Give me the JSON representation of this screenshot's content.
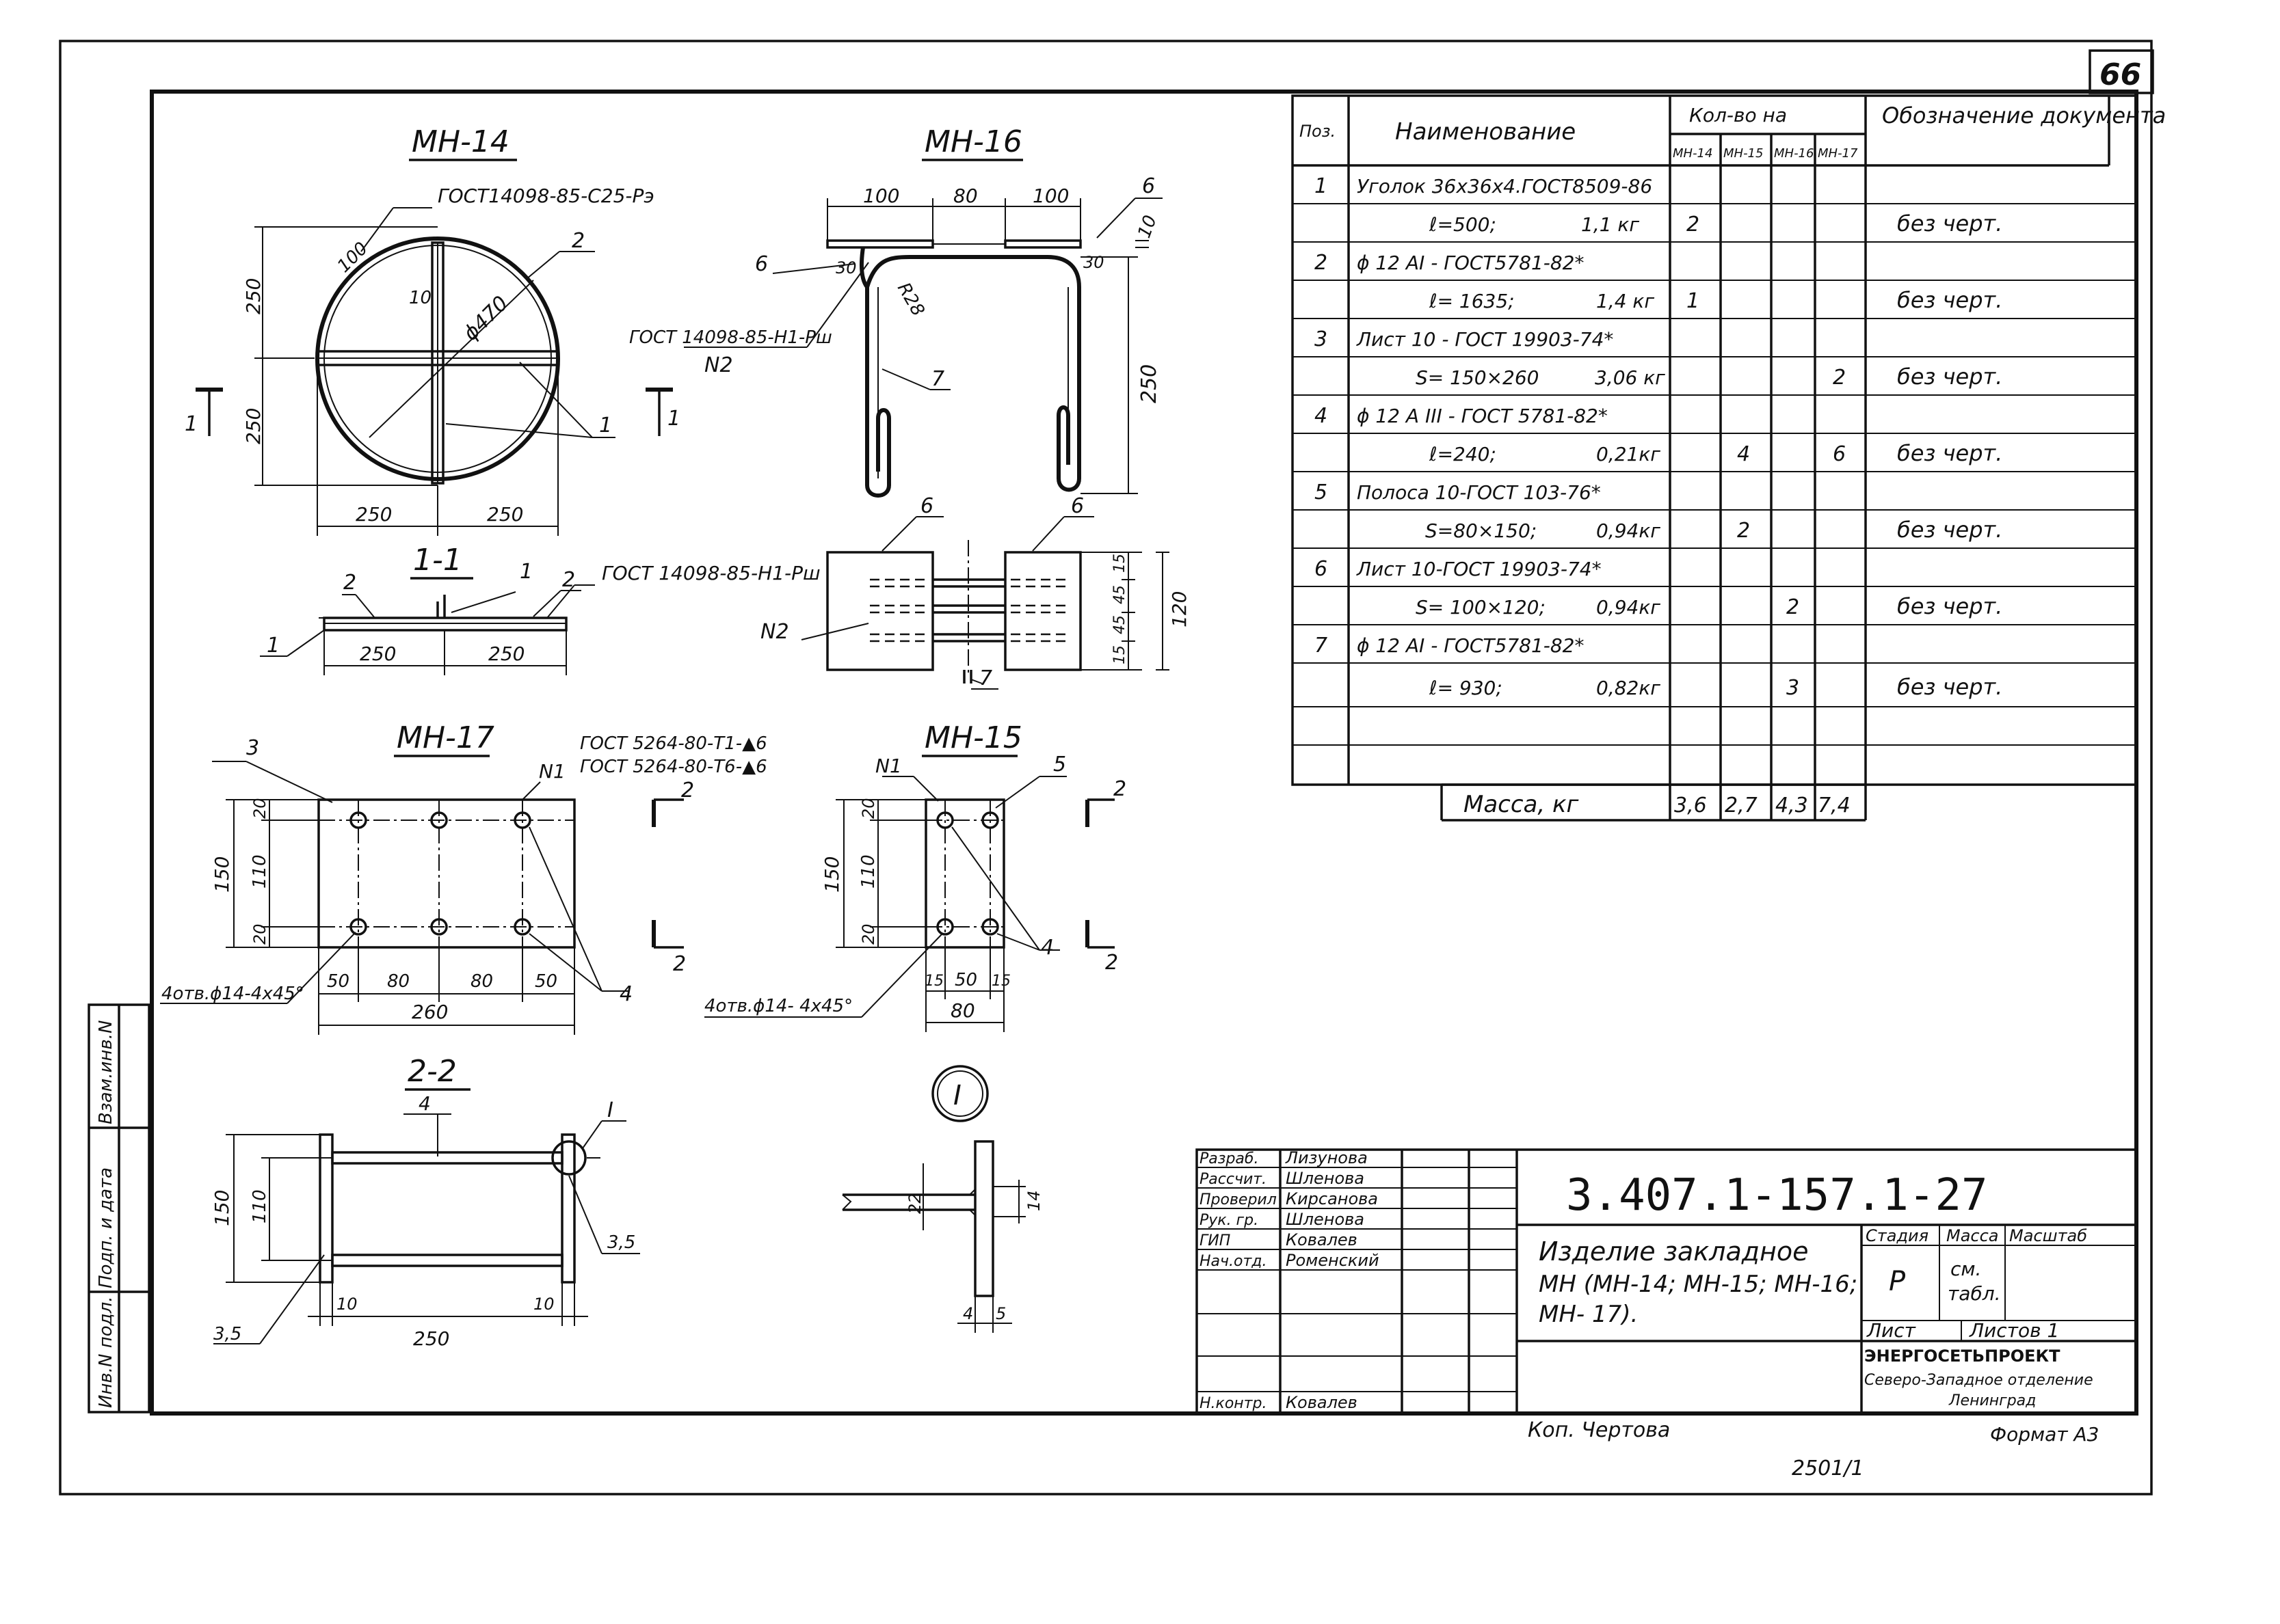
{
  "sheet_number": "66",
  "views": {
    "mn14": {
      "title": "МН-14",
      "gost_note": "ГОСТ14098-85-С25-Рэ",
      "dims": {
        "d100": "100",
        "d10": "10",
        "dia470": "ϕ470",
        "v250a": "250",
        "v250b": "250",
        "h250a": "250",
        "h250b": "250"
      },
      "callouts": {
        "p2": "2",
        "p1": "1"
      },
      "cut_mark_left": "1",
      "cut_mark_right": "1"
    },
    "sec11": {
      "title": "1-1",
      "callouts": {
        "p2a": "2",
        "p1a": "1",
        "p2b": "2",
        "p1b": "1"
      },
      "gost_note": "ГОСТ 14098-85-Н1-Рш",
      "dims": {
        "h250a": "250",
        "h250b": "250"
      }
    },
    "mn16": {
      "title": "МН-16",
      "dims": {
        "d100a": "100",
        "d80": "80",
        "d100b": "100",
        "d10": "10",
        "d30a": "30",
        "d30b": "30",
        "r28": "R28",
        "v250": "250"
      },
      "callouts": {
        "p6a": "6",
        "p6b": "6",
        "p7": "7"
      },
      "gost_note": "ГОСТ 14098-85-Н1-Рш",
      "weld_no": "N2"
    },
    "mn16_plan": {
      "callouts": {
        "p6a": "6",
        "p6b": "6",
        "p7": "7"
      },
      "weld_no": "N2",
      "dims": {
        "d15a": "15",
        "d45a": "45",
        "d45b": "45",
        "d15b": "15",
        "d120": "120"
      }
    },
    "mn17": {
      "title": "МН-17",
      "gost_note1": "ГОСТ 5264-80-Т1-▲6",
      "gost_note2": "ГОСТ 5264-80-Т6-▲6",
      "weld_no": "N1",
      "callouts": {
        "p3": "3",
        "p4": "4"
      },
      "dims": {
        "v20a": "20",
        "v110": "110",
        "v20b": "20",
        "v150": "150",
        "h50a": "50",
        "h80a": "80",
        "h80b": "80",
        "h50b": "50",
        "h260": "260"
      },
      "holes_note": "4отв.ϕ14-4х45°",
      "section_mark": "2"
    },
    "mn15": {
      "title": "МН-15",
      "weld_no": "N1",
      "callouts": {
        "p5": "5",
        "p4": "4"
      },
      "dims": {
        "v20a": "20",
        "v110": "110",
        "v20b": "20",
        "v150": "150",
        "h15a": "15",
        "h50": "50",
        "h15b": "15",
        "h80": "80"
      },
      "holes_note": "4отв.ϕ14- 4х45°",
      "section_mark": "2"
    },
    "sec22": {
      "title": "2-2",
      "callouts": {
        "p4": "4",
        "node": "I"
      },
      "dims": {
        "v150": "150",
        "v110": "110",
        "h10a": "10",
        "h10b": "10",
        "h250": "250",
        "d35a": "3,5",
        "d35b": "3,5"
      }
    },
    "detail": {
      "title": "I",
      "dims": {
        "d22": "22",
        "d14": "14",
        "d4": "4",
        "d5": "5"
      }
    }
  },
  "spec_table": {
    "headers": {
      "pos": "Поз.",
      "name": "Наименование",
      "qty": "Кол-во   на",
      "qty_cols": [
        "МН-14",
        "МН-15",
        "МН-16",
        "МН-17"
      ],
      "doc": "Обозначение документа"
    },
    "rows": [
      {
        "pos": "1",
        "name": "Уголок 36х36х4.ГОСТ8509-86",
        "q": [
          "",
          "",
          "",
          ""
        ],
        "doc": ""
      },
      {
        "pos": "",
        "name": "ℓ=500;",
        "mass": "1,1 кг",
        "q": [
          "2",
          "",
          "",
          ""
        ],
        "doc": "без черт."
      },
      {
        "pos": "2",
        "name": "ϕ 12 АI - ГОСТ5781-82*",
        "q": [
          "",
          "",
          "",
          ""
        ],
        "doc": ""
      },
      {
        "pos": "",
        "name": "ℓ= 1635;",
        "mass": "1,4 кг",
        "q": [
          "1",
          "",
          "",
          ""
        ],
        "doc": "без черт."
      },
      {
        "pos": "3",
        "name": "Лист 10 - ГОСТ 19903-74*",
        "q": [
          "",
          "",
          "",
          ""
        ],
        "doc": ""
      },
      {
        "pos": "",
        "name": "S= 150×260",
        "mass": "3,06 кг",
        "q": [
          "",
          "",
          "",
          "2"
        ],
        "doc": "без черт."
      },
      {
        "pos": "4",
        "name": "ϕ 12 А III - ГОСТ 5781-82*",
        "q": [
          "",
          "",
          "",
          ""
        ],
        "doc": ""
      },
      {
        "pos": "",
        "name": "ℓ=240;",
        "mass": "0,21кг",
        "q": [
          "",
          "4",
          "",
          "6"
        ],
        "doc": "без черт."
      },
      {
        "pos": "5",
        "name": "Полоса 10-ГОСТ 103-76*",
        "q": [
          "",
          "",
          "",
          ""
        ],
        "doc": ""
      },
      {
        "pos": "",
        "name": "S=80×150;",
        "mass": "0,94кг",
        "q": [
          "",
          "2",
          "",
          ""
        ],
        "doc": "без черт."
      },
      {
        "pos": "6",
        "name": "Лист 10-ГОСТ 19903-74*",
        "q": [
          "",
          "",
          "",
          ""
        ],
        "doc": ""
      },
      {
        "pos": "",
        "name": "S= 100×120;",
        "mass": "0,94кг",
        "q": [
          "",
          "",
          "2",
          ""
        ],
        "doc": "без черт."
      },
      {
        "pos": "7",
        "name": "ϕ 12 АI - ГОСТ5781-82*",
        "q": [
          "",
          "",
          "",
          ""
        ],
        "doc": ""
      },
      {
        "pos": "",
        "name": "ℓ= 930;",
        "mass": "0,82кг",
        "q": [
          "",
          "",
          "3",
          ""
        ],
        "doc": "без черт."
      },
      {
        "pos": "",
        "name": "",
        "mass": "",
        "q": [
          "",
          "",
          "",
          ""
        ],
        "doc": ""
      }
    ],
    "mass_label": "Масса, кг",
    "mass_values": [
      "3,6",
      "2,7",
      "4,3",
      "7,4"
    ]
  },
  "title_block": {
    "roles": [
      "Разраб.",
      "Рассчит.",
      "Проверил",
      "Рук. гр.",
      "ГИП",
      "Нач.отд.",
      "",
      "",
      "",
      "Н.контр."
    ],
    "names": [
      "Лизунова",
      "Шленова",
      "Кирсанова",
      "Шленова",
      "Ковалев",
      "Роменский",
      "",
      "",
      "",
      "Ковалев"
    ],
    "code": "3.407.1-157.1-27",
    "title_line1": "Изделие  закладное",
    "title_line2": "МН (МН-14; МН-15; МН-16;",
    "title_line3": "МН- 17).",
    "stage_label": "Стадия",
    "mass_label": "Масса",
    "scale_label": "Масштаб",
    "stage_value": "Р",
    "mass_value_1": "см.",
    "mass_value_2": "табл.",
    "sheet_label": "Лист",
    "sheets_label": "Листов 1",
    "org_line1": "ЭНЕРГОСЕТЬПРОЕКТ",
    "org_line2": "Северо-Западное отделение",
    "org_line3": "Ленинград"
  },
  "side_stamp": [
    "Инв.N подл.",
    "Подп. и дата",
    "Взам.инв.N"
  ],
  "footer": {
    "copied": "Коп.   Чертова",
    "format": "Формат А3",
    "order": "2501/1"
  }
}
